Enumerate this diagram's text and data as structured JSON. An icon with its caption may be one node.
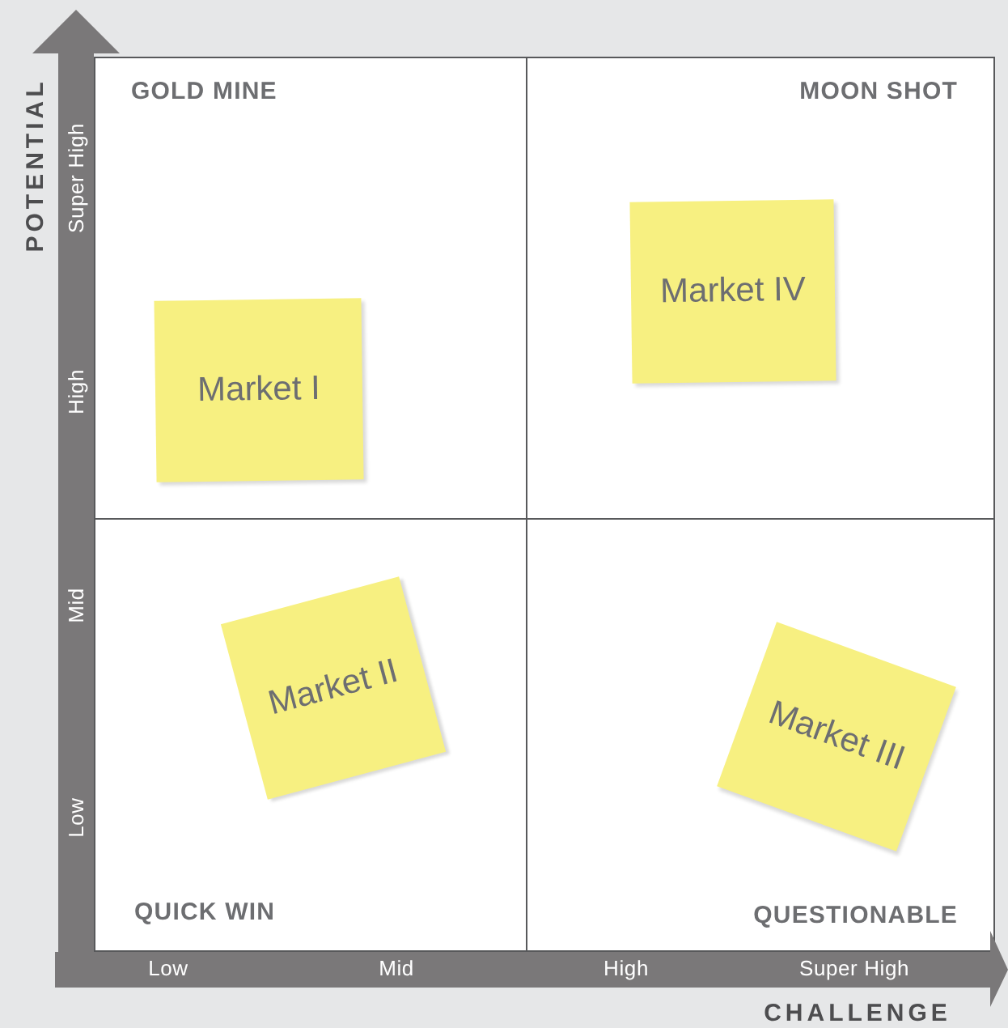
{
  "diagram": {
    "nodes": [
      {
        "text": [
          "GOLD MINE"
        ]
      },
      {
        "text": [
          "Market I"
        ],
        "in": 0
      },
      {
        "text": [
          "MOON SHOT"
        ]
      },
      {
        "text": [
          "Market IV"
        ],
        "in": 2
      },
      {
        "text": [
          "QUICK WIN"
        ]
      },
      {
        "text": [
          "Market II"
        ],
        "in": 4
      },
      {
        "text": [
          "QUESTIONABLE"
        ]
      },
      {
        "text": [
          "Market III"
        ],
        "in": 6
      }
    ],
    "labels": [
      "POTENTIAL",
      "Super High",
      "High",
      "Mid",
      "Low",
      "Low",
      "Mid",
      "High",
      "Super High",
      "CHALLENGE"
    ]
  }
}
